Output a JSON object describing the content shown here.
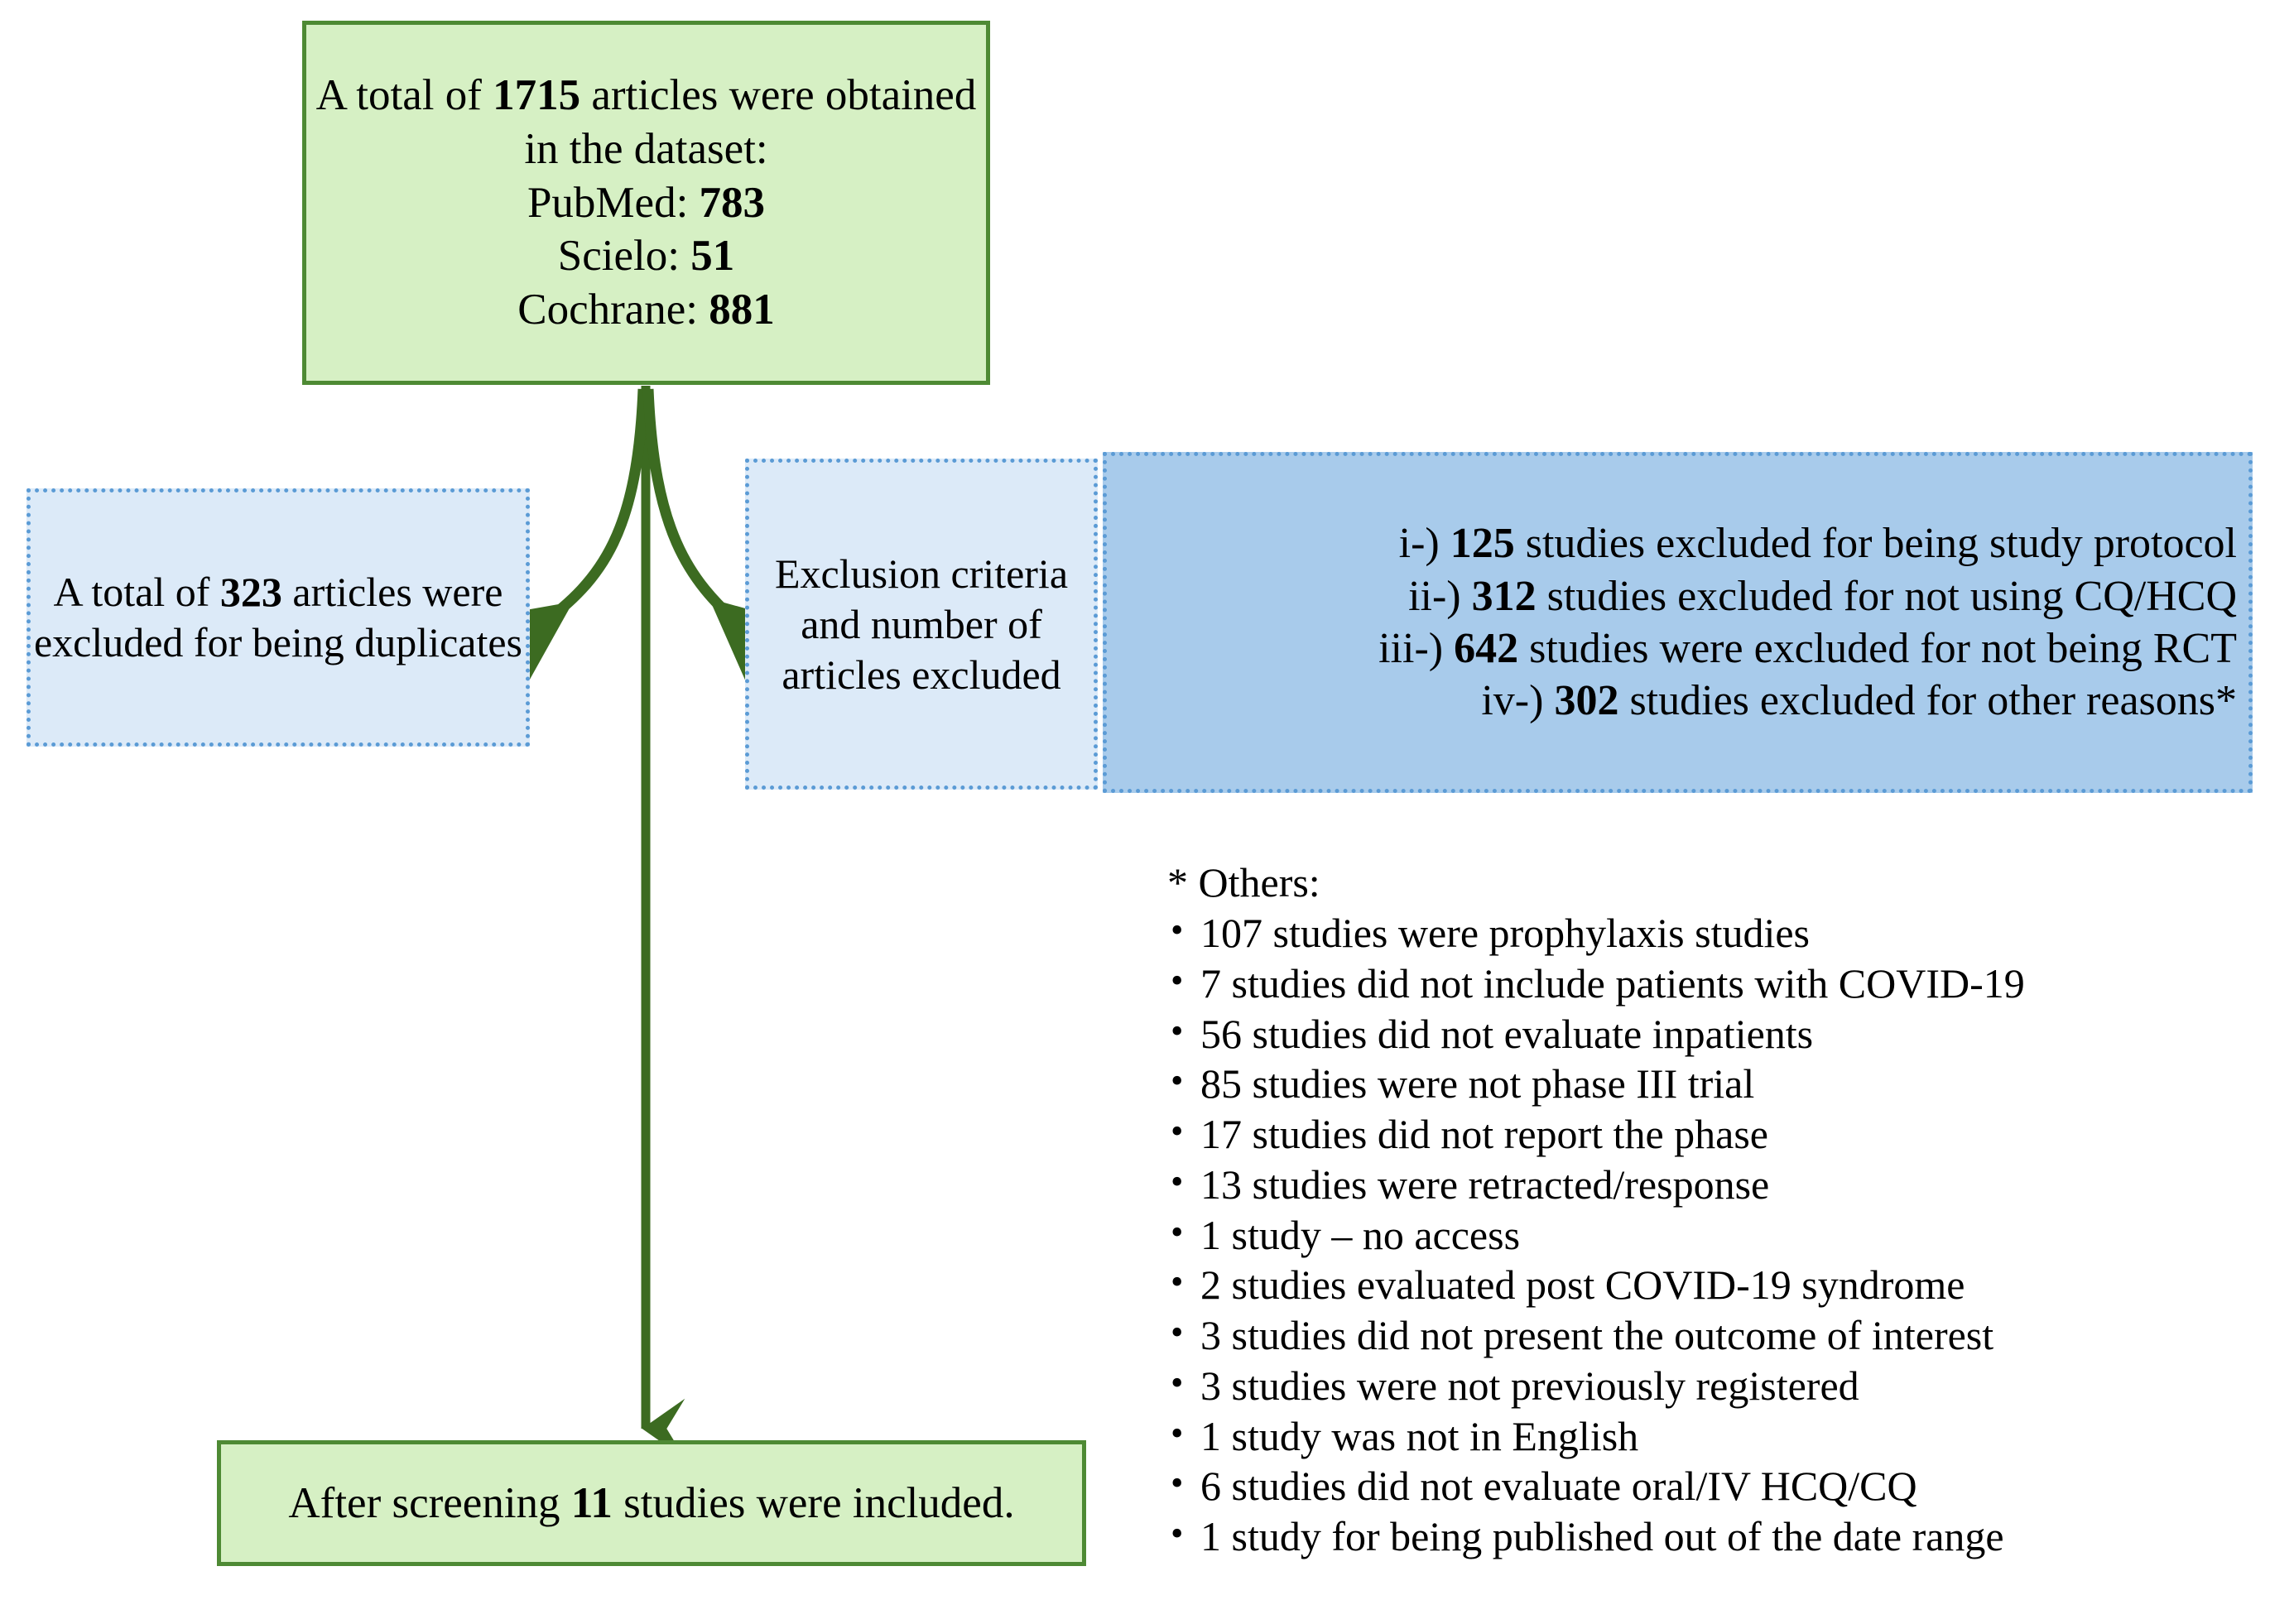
{
  "diagram": {
    "title": "PRISMA-style study selection flow diagram",
    "colors": {
      "green_fill": "#d6f0c4",
      "green_border": "#4e8a34",
      "blue_light_fill": "#dceaf8",
      "blue_dark_fill": "#a8cbeb",
      "blue_border": "#5b9bd5",
      "arrow": "#3c6b21"
    }
  },
  "source_box": {
    "text": "A total of 1715 articles were obtained in the dataset:\nPubMed: 783\nScielo: 51\nCochrane: 881",
    "total_articles": 1715,
    "sources": [
      {
        "name": "PubMed",
        "count": 783
      },
      {
        "name": "Scielo",
        "count": 51
      },
      {
        "name": "Cochrane",
        "count": 881
      }
    ]
  },
  "duplicates_box": {
    "text": "A total of 323 articles were excluded for being duplicates",
    "count": 323
  },
  "criteria_box": {
    "text": "Exclusion criteria and number of articles excluded"
  },
  "exclusions_box": {
    "text": "i-) 125 studies excluded for being study protocol\nii-) 312 studies excluded for not using CQ/HCQ\niii-) 642 studies were excluded for not being RCT\niv-) 302 studies excluded for other reasons*",
    "items": [
      {
        "label": "i-)",
        "count": 125,
        "reason": "studies excluded for being study protocol"
      },
      {
        "label": "ii-)",
        "count": 312,
        "reason": "studies excluded for not using CQ/HCQ"
      },
      {
        "label": "iii-)",
        "count": 642,
        "reason": "studies were excluded for not being RCT"
      },
      {
        "label": "iv-)",
        "count": 302,
        "reason": "studies excluded for other reasons*"
      }
    ]
  },
  "others": {
    "title": "* Others:",
    "items": [
      "107 studies were prophylaxis studies",
      "7 studies did not include patients with COVID-19",
      "56 studies did not evaluate inpatients",
      "85 studies were not phase III trial",
      "17 studies did not report the phase",
      "13 studies were retracted/response",
      "1 study – no access",
      "2 studies evaluated post COVID-19 syndrome",
      "3 studies did not present the outcome of interest",
      "3 studies were not previously registered",
      "1 study was not in English",
      "6 studies did not evaluate oral/IV HCQ/CQ",
      "1 study for being published out of the date range"
    ]
  },
  "included_box": {
    "text": "After screening 11 studies were included.",
    "count": 11
  }
}
